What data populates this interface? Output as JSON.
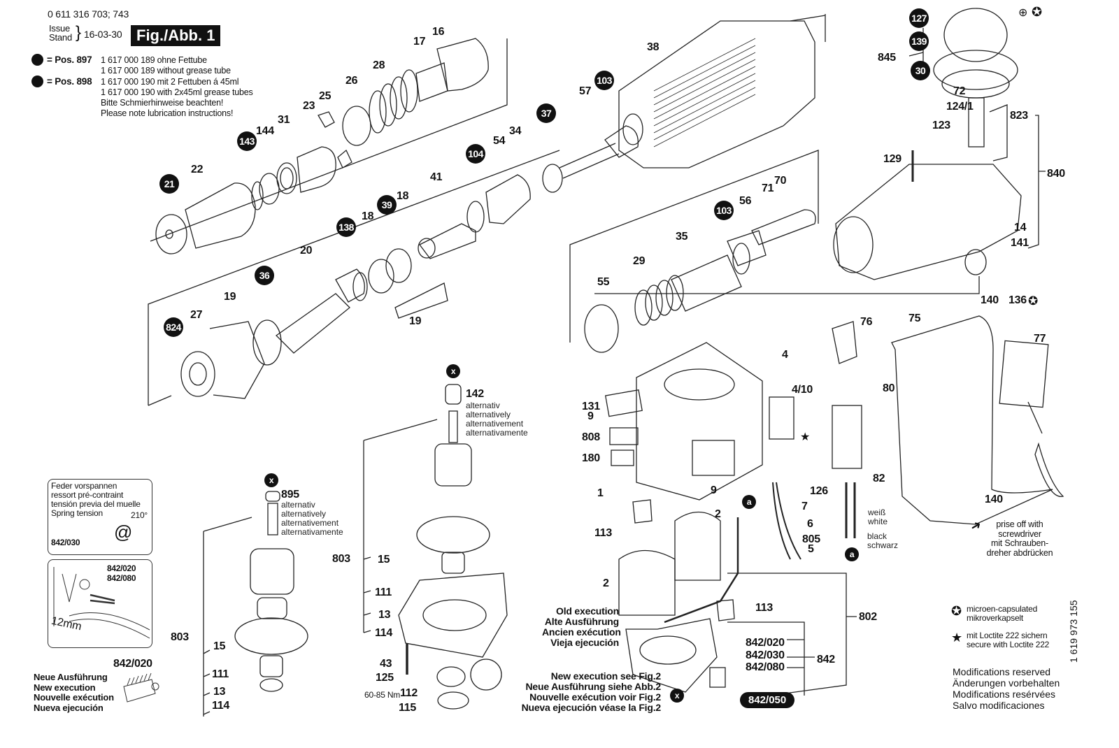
{
  "header": {
    "part_number": "0 611 316 703; 743",
    "issue_label_1": "Issue",
    "issue_label_2": "Stand",
    "issue_date": "16-03-30",
    "figure_title": "Fig./Abb. 1"
  },
  "lubrication_notes": {
    "pos897_label": "= Pos. 897",
    "pos897_line1": "1 617 000 189 ohne Fettube",
    "pos897_line2": "1 617 000 189 without grease tube",
    "pos898_label": "= Pos. 898",
    "pos898_line1": "1 617 000 190 mit 2 Fettuben á 45ml",
    "pos898_line2": "1 617 000 190 with 2x45ml grease tubes",
    "note_de": "Bitte Schmierhinweise beachten!",
    "note_en": "Please note lubrication instructions!"
  },
  "callouts": {
    "c16": "16",
    "c17": "17",
    "c28": "28",
    "c26": "26",
    "c25": "25",
    "c23": "23",
    "c31": "31",
    "c144": "144",
    "c22": "22",
    "c38": "38",
    "c57": "57",
    "c54": "54",
    "c34": "34",
    "c41": "41",
    "c18a": "18",
    "c18b": "18",
    "c20": "20",
    "c19a": "19",
    "c19b": "19",
    "c27": "27",
    "c845": "845",
    "c72": "72",
    "c124_1": "124/1",
    "c123": "123",
    "c823": "823",
    "c129": "129",
    "c840": "840",
    "c14": "14",
    "c141": "141",
    "c56": "56",
    "c71": "71",
    "c70": "70",
    "c35": "35",
    "c29": "29",
    "c55": "55",
    "c140a": "140",
    "c136": "136",
    "c76": "76",
    "c75": "75",
    "c77": "77",
    "c4": "4",
    "c4_10": "4/10",
    "c80": "80",
    "c131": "131",
    "c9a": "9",
    "c808": "808",
    "c180": "180",
    "c1": "1",
    "c9b": "9",
    "c126": "126",
    "c7": "7",
    "c82": "82",
    "c140b": "140",
    "c6": "6",
    "c805": "805",
    "c5": "5",
    "c113a": "113",
    "c2a": "2",
    "c2b": "2",
    "c113b": "113",
    "c802": "802",
    "c842": "842",
    "c842_020": "842/020",
    "c842_030": "842/030",
    "c842_080": "842/080",
    "c142": "142",
    "c895": "895",
    "c803a": "803",
    "c803b": "803",
    "c15a": "15",
    "c15b": "15",
    "c111a": "111",
    "c111b": "111",
    "c13a": "13",
    "c13b": "13",
    "c114a": "114",
    "c114b": "114",
    "c43": "43",
    "c125": "125",
    "c112": "112",
    "c115": "115",
    "torque": "60-85 Nm"
  },
  "badges": {
    "b21": "21",
    "b143": "143",
    "b103a": "103",
    "b37": "37",
    "b104": "104",
    "b39": "39",
    "b138": "138",
    "b36": "36",
    "b824": "824",
    "b127": "127",
    "b139": "139",
    "b30": "30",
    "b103b": "103",
    "x": "x",
    "a": "a",
    "b842_050": "842/050"
  },
  "alternatives": {
    "line1": "alternativ",
    "line2": "alternatively",
    "line3": "alternativement",
    "line4": "alternativamente"
  },
  "insets": {
    "spring_line1": "Feder vorspannen",
    "spring_line2": "ressort pré-contraint",
    "spring_line3": "tensión previa del muelle",
    "spring_line4": "Spring tension",
    "spring_angle": "210°",
    "spring_part": "842/030",
    "brush_part1": "842/020",
    "brush_part2": "842/080",
    "brush_dim": "12mm",
    "new_part": "842/020"
  },
  "execution_notes": {
    "new_exec": [
      "Neue Ausführung",
      "New execution",
      "Nouvelle exécution",
      "Nueva ejecución"
    ],
    "old_exec": [
      "Old execution",
      "Alte Ausführung",
      "Ancien exécution",
      "Vieja ejecución"
    ],
    "new_see_fig": [
      "New execution see Fig.2",
      "Neue Ausführung siehe Abb.2",
      "Nouvelle exécution voir Fig.2",
      "Nueva ejecución véase la Fig.2"
    ]
  },
  "wire_labels": {
    "white_de": "weiß",
    "white_en": "white",
    "black_en": "black",
    "black_de": "schwarz"
  },
  "prise_note": [
    "prise off with",
    "screwdriver",
    "mit Schrauben-",
    "dreher abdrücken"
  ],
  "legend": {
    "micro_line1": "microen-capsulated",
    "micro_line2": "mikroverkapselt",
    "loctite_line1": "mit Loctite 222 sichern",
    "loctite_line2": "secure with Loctite 222"
  },
  "modifications": [
    "Modifications reserved",
    "Änderungen vorbehalten",
    "Modifications resérvées",
    "Salvo modificaciones"
  ],
  "doc_number": "1 619 973 155"
}
